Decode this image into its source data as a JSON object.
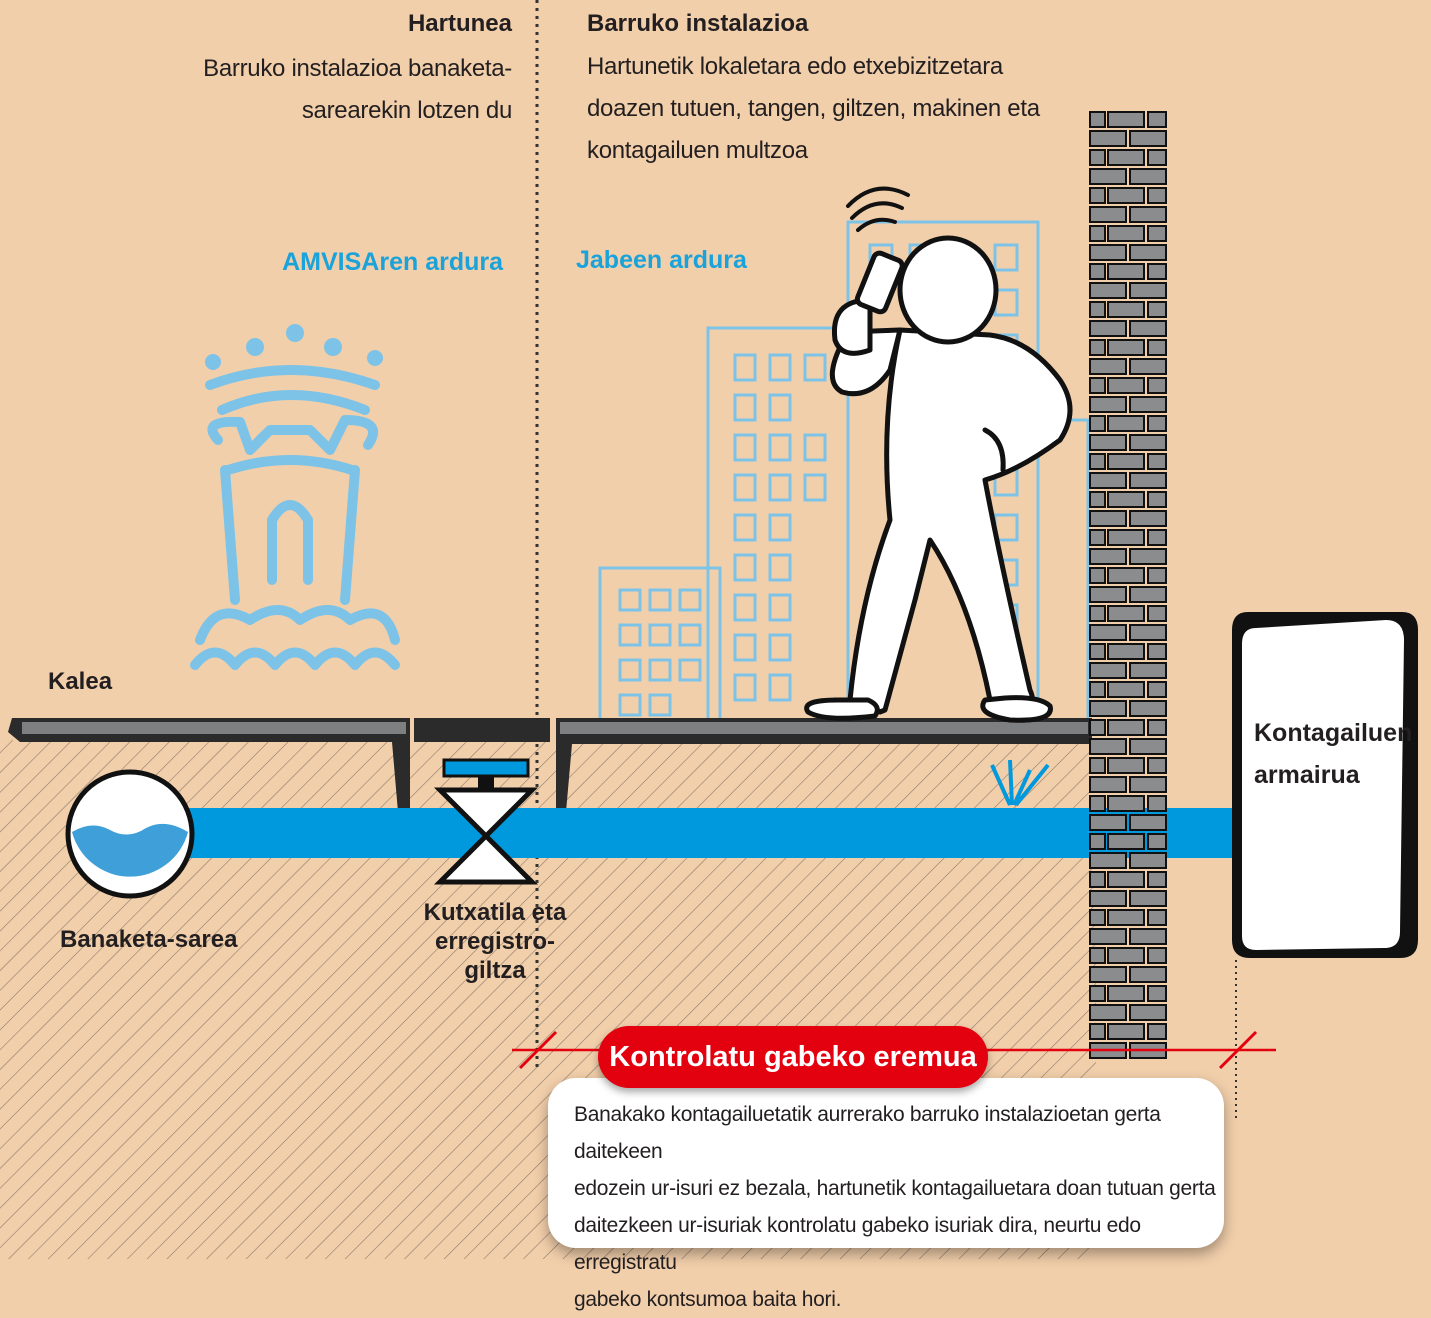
{
  "left_header": {
    "title": "Hartunea",
    "desc_line1": "Barruko instalazioa banaketa-",
    "desc_line2": "sarearekin lotzen du"
  },
  "right_header": {
    "title": "Barruko instalazioa",
    "desc_line1": "Hartunetik lokaletara edo etxebizitzetara",
    "desc_line2": "doazen tutuen, tangen, giltzen, makinen eta",
    "desc_line3": "kontagailuen multzoa"
  },
  "responsibility": {
    "left": "AMVISAren ardura",
    "right": "Jabeen ardura"
  },
  "labels": {
    "street": "Kalea",
    "network": "Banaketa-sarea",
    "valve_line1": "Kutxatila eta",
    "valve_line2": "erregistro-",
    "valve_line3": "giltza",
    "cabinet_line1": "Kontagailuen",
    "cabinet_line2": "armairua"
  },
  "uncontrolled_zone": {
    "title": "Kontrolatu gabeko eremua",
    "line1": "Banakako kontagailuetatik aurrerako barruko instalazioetan gerta daitekeen",
    "line2": "edozein ur-isuri ez bezala, hartunetik kontagailuetara doan tutuan gerta",
    "line3": "daitezkeen ur-isuriak kontrolatu gabeko isuriak dira, neurtu edo erregistratu",
    "line4": "gabeko kontsumoa baita hori."
  },
  "colors": {
    "background": "#f2cfab",
    "water": "#0099dd",
    "accent_blue": "#1aa3db",
    "alert_red": "#e3000f",
    "brick": "#8a8c8e"
  }
}
